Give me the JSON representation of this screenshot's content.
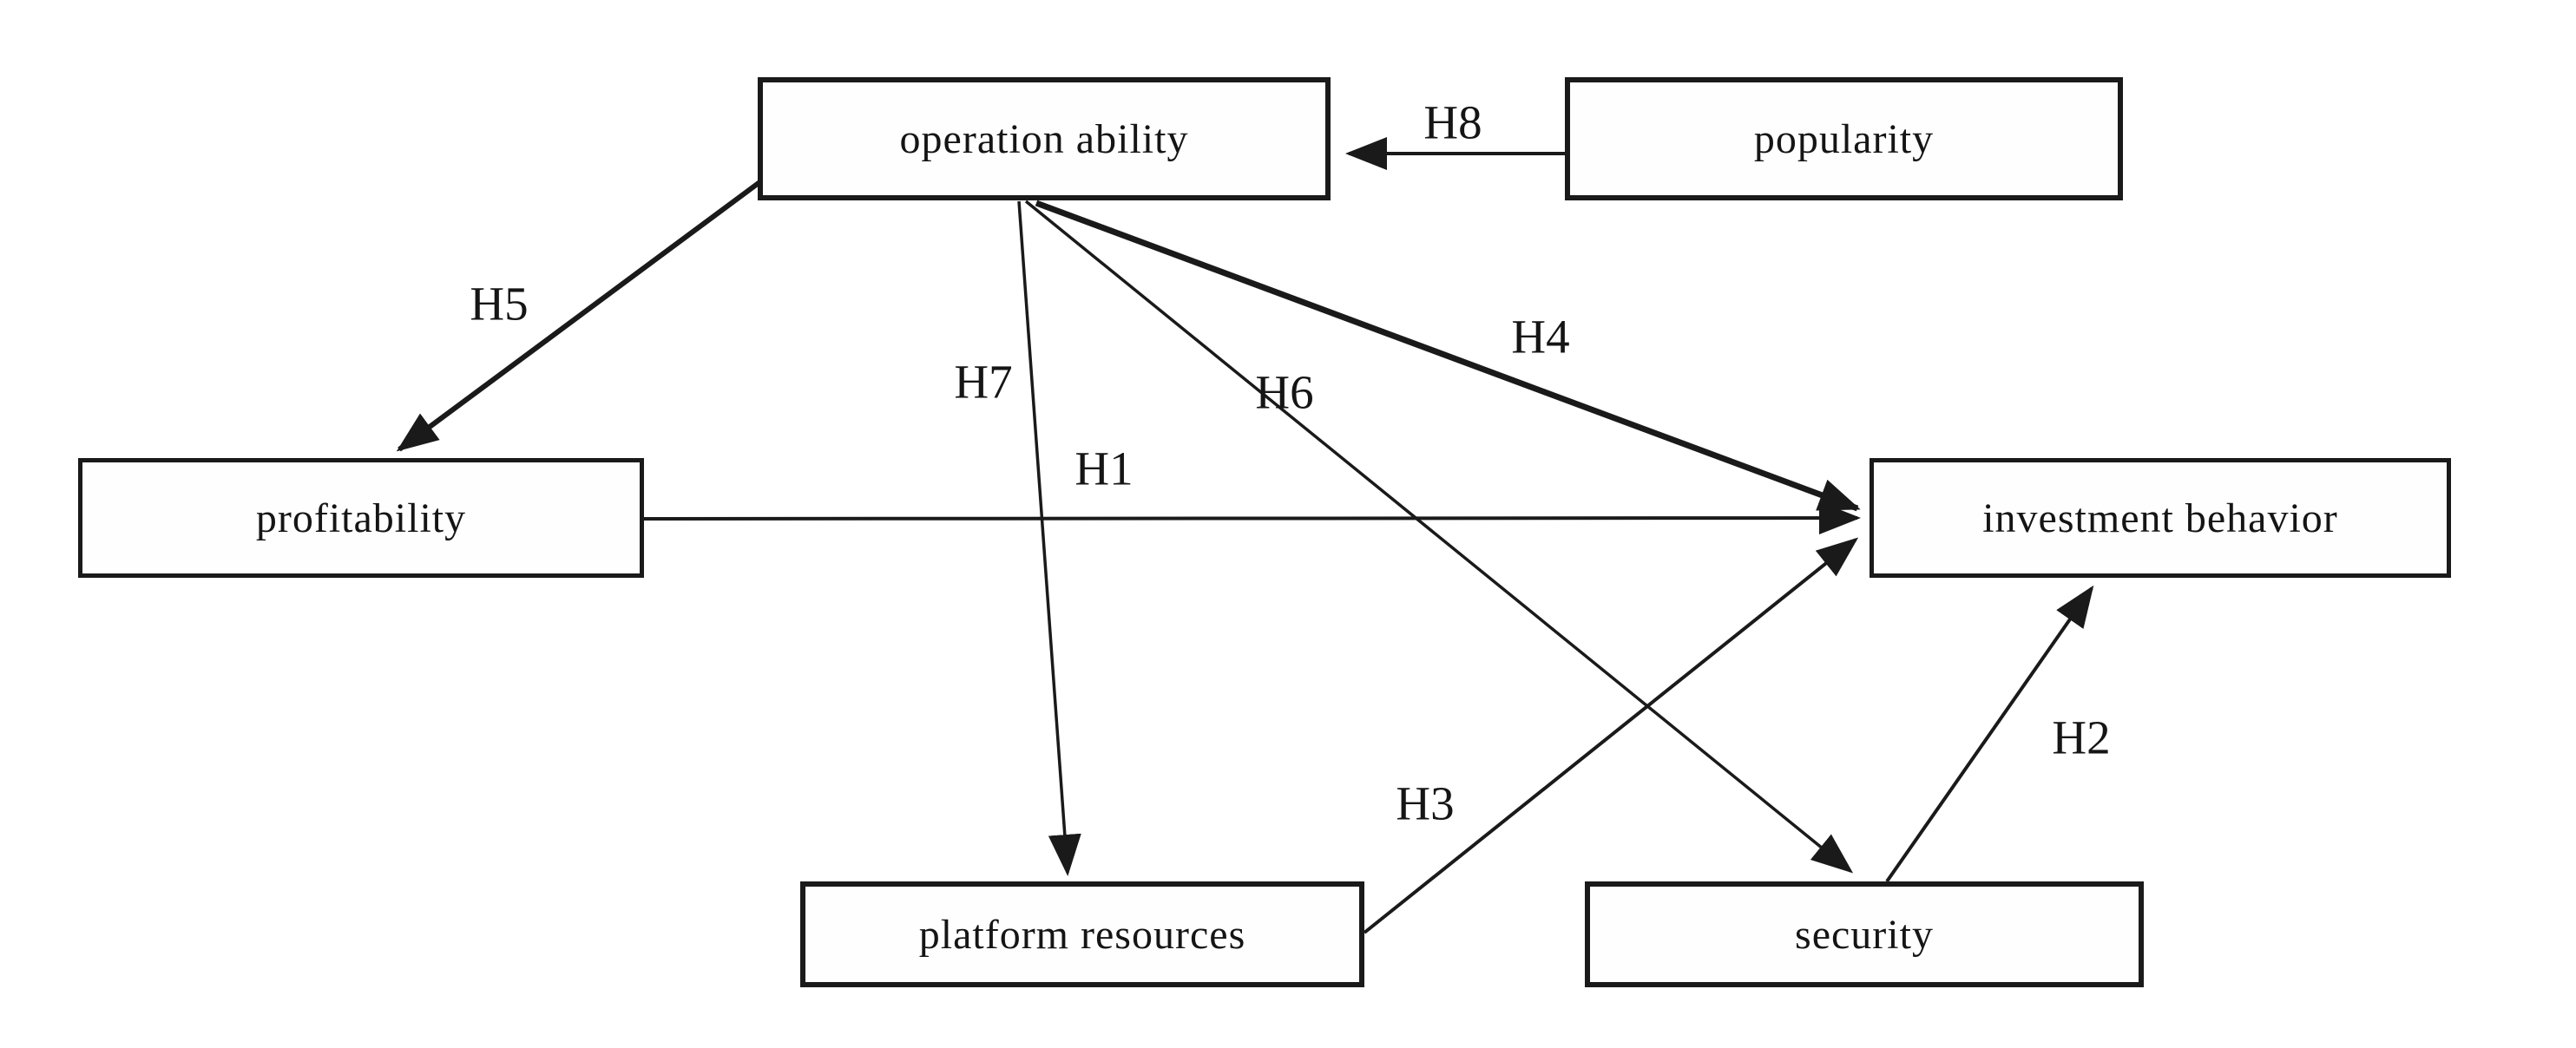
{
  "diagram": {
    "background_color": "#ffffff",
    "line_color": "#1a1a1a",
    "nodes": [
      {
        "id": "operation-ability",
        "label": "operation ability"
      },
      {
        "id": "popularity",
        "label": "popularity"
      },
      {
        "id": "profitability",
        "label": "profitability"
      },
      {
        "id": "investment-behavior",
        "label": "investment behavior"
      },
      {
        "id": "platform-resources",
        "label": "platform resources"
      },
      {
        "id": "security",
        "label": "security"
      }
    ],
    "edges": [
      {
        "label": "H1",
        "from": "profitability",
        "to": "investment behavior"
      },
      {
        "label": "H2",
        "from": "security",
        "to": "investment behavior"
      },
      {
        "label": "H3",
        "from": "platform resources",
        "to": "investment behavior"
      },
      {
        "label": "H4",
        "from": "operation ability",
        "to": "investment behavior"
      },
      {
        "label": "H5",
        "from": "operation ability",
        "to": "profitability"
      },
      {
        "label": "H6",
        "from": "operation ability",
        "to": "security"
      },
      {
        "label": "H7",
        "from": "operation ability",
        "to": "platform resources"
      },
      {
        "label": "H8",
        "from": "popularity",
        "to": "operation ability"
      }
    ]
  }
}
